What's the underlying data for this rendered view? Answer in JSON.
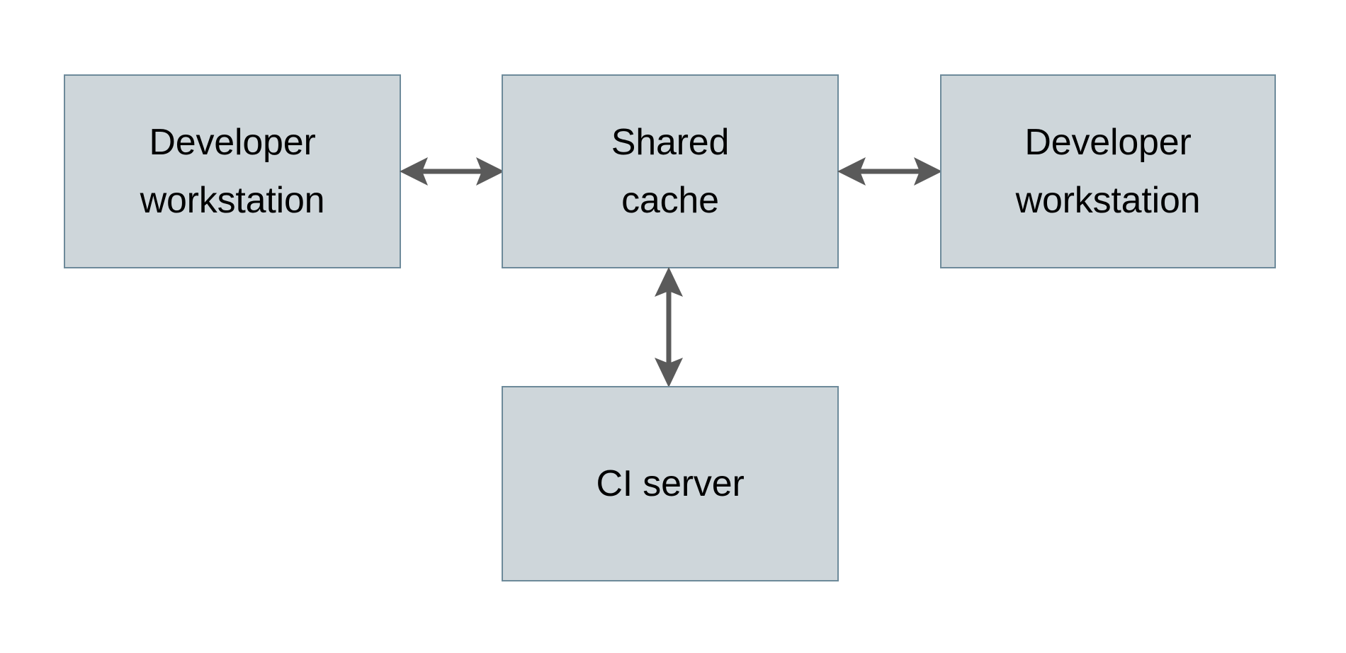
{
  "diagram": {
    "type": "block-diagram",
    "background_color": "#ffffff",
    "node_fill_color": "#ced6da",
    "node_border_color": "#6d8a9a",
    "node_text_color": "#000000",
    "connector_color": "#5a5a5a",
    "nodes": [
      {
        "id": "dev-left",
        "label": "Developer\nworkstation"
      },
      {
        "id": "shared",
        "label": "Shared\ncache"
      },
      {
        "id": "dev-right",
        "label": "Developer\nworkstation"
      },
      {
        "id": "ci",
        "label": "CI server"
      }
    ],
    "edges": [
      {
        "id": "left-shared",
        "from": "dev-left",
        "to": "shared",
        "direction": "bidirectional",
        "orientation": "horizontal",
        "label": ""
      },
      {
        "id": "shared-right",
        "from": "shared",
        "to": "dev-right",
        "direction": "bidirectional",
        "orientation": "horizontal",
        "label": ""
      },
      {
        "id": "shared-ci",
        "from": "shared",
        "to": "ci",
        "direction": "bidirectional",
        "orientation": "vertical",
        "label": ""
      }
    ]
  }
}
